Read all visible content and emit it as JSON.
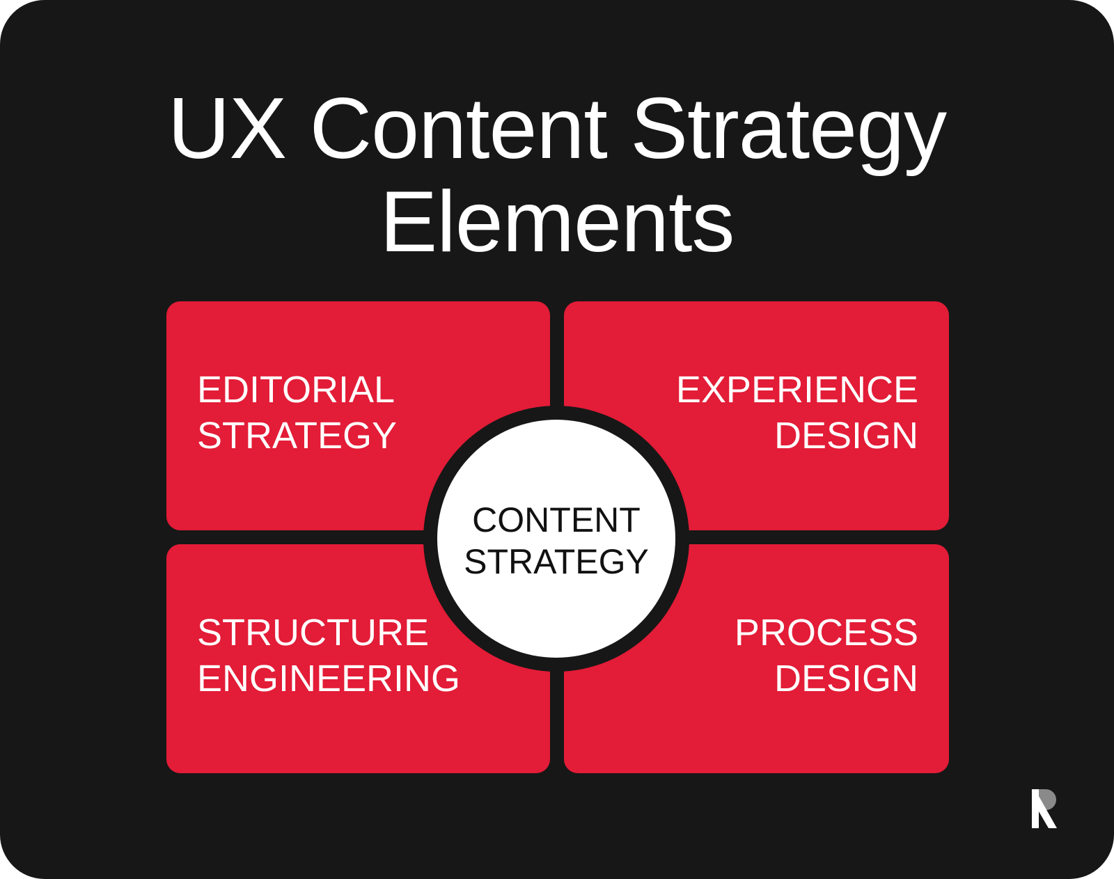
{
  "title": {
    "line1": "UX Content Strategy",
    "line2": "Elements"
  },
  "quadrants": {
    "top_left": {
      "line1": "EDITORIAL",
      "line2": "STRATEGY"
    },
    "top_right": {
      "line1": "EXPERIENCE",
      "line2": "DESIGN"
    },
    "bottom_left": {
      "line1": "STRUCTURE",
      "line2": "ENGINEERING"
    },
    "bottom_right": {
      "line1": "PROCESS",
      "line2": "DESIGN"
    }
  },
  "center": {
    "line1": "CONTENT",
    "line2": "STRATEGY"
  },
  "logo": {
    "icon": "brand-r-logo-icon"
  },
  "colors": {
    "background": "#171717",
    "box": "#e31c37",
    "text_light": "#ffffff",
    "text_dark": "#111111",
    "logo_gray": "#8a8a8a"
  }
}
